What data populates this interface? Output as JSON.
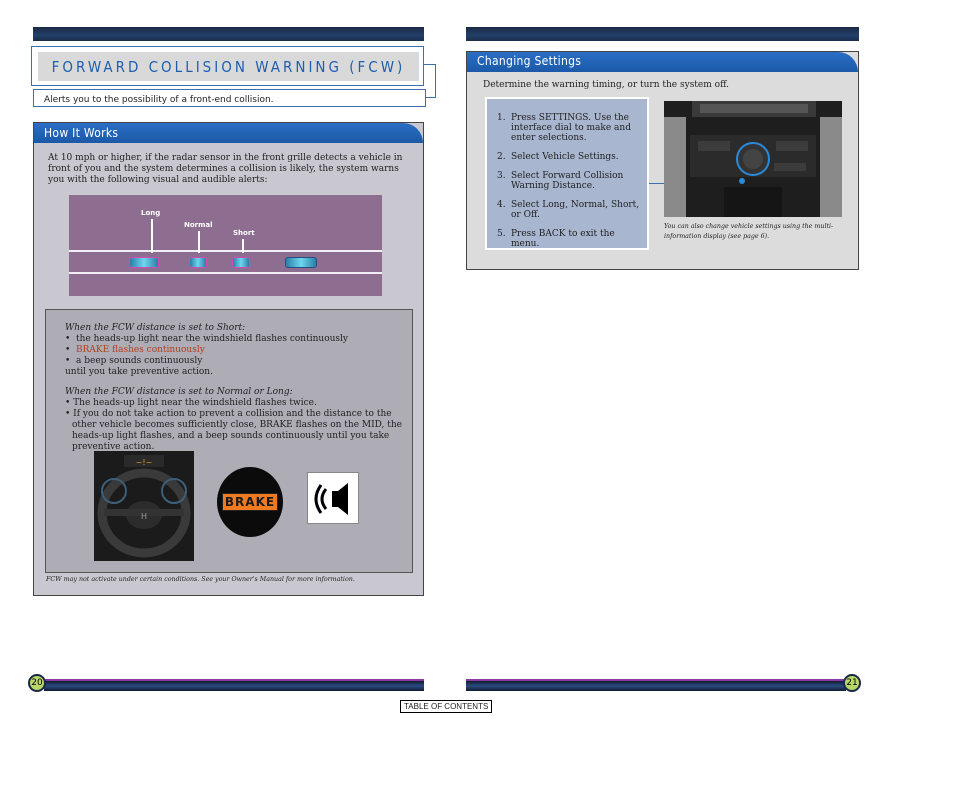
{
  "left_page": {
    "title": "FORWARD COLLISION WARNING (FCW)",
    "subtitle": "Alerts you to the possibility of a front-end collision.",
    "how_it_works": {
      "heading": "How It Works",
      "intro": "At 10 mph or higher, if the radar sensor in the front grille detects a vehicle in front of you and the system determines a collision is likely, the system warns you with the following visual and audible alerts:",
      "distances": [
        "Long",
        "Normal",
        "Short"
      ],
      "short_heading": "When the FCW distance is set to Short:",
      "short_bullets": [
        "the heads-up light near the windshield flashes continuously",
        "BRAKE flashes continuously",
        "a beep sounds continuously"
      ],
      "short_tail": "until you take preventive action.",
      "normal_heading": "When the FCW distance is set to Normal or Long:",
      "normal_bullets": [
        "The heads-up light near the windshield flashes twice.",
        "If you do not take action to prevent a collision and the distance to the other vehicle becomes sufficiently close, BRAKE flashes on the MID, the heads-up light flashes, and a beep sounds continuously until you take preventive action."
      ],
      "brake_label": "BRAKE",
      "footnote": "FCW may not activate under certain conditions. See your Owner's Manual for more information."
    },
    "page_number": "20"
  },
  "right_page": {
    "changing_settings": {
      "heading": "Changing Settings",
      "intro": "Determine the warning timing, or turn the system off.",
      "steps": [
        {
          "num": "1.",
          "text": "Press SETTINGS. Use the interface dial to make and enter selections."
        },
        {
          "num": "2.",
          "text": "Select Vehicle Settings."
        },
        {
          "num": "3.",
          "text": "Select Forward Collision Warning Distance."
        },
        {
          "num": "4.",
          "text": "Select Long, Normal, Short, or Off."
        },
        {
          "num": "5.",
          "text": "Press BACK to exit the menu."
        }
      ],
      "caption": "You can also change vehicle settings using the multi-information display (see page 6)."
    },
    "page_number": "21"
  },
  "toc_label": "TABLE OF CONTENTS",
  "icons": {
    "steering": "steering-wheel-photo-icon",
    "brake": "brake-indicator-icon",
    "speaker": "speaker-beep-icon",
    "console": "center-console-photo-icon"
  },
  "colors": {
    "accent_blue": "#1f5fb0",
    "panel_gray": "#c9c8d0",
    "diagram_purple": "#8d6e90",
    "settings_blue": "#a9b6d0",
    "badge_green": "#b9d66a"
  }
}
